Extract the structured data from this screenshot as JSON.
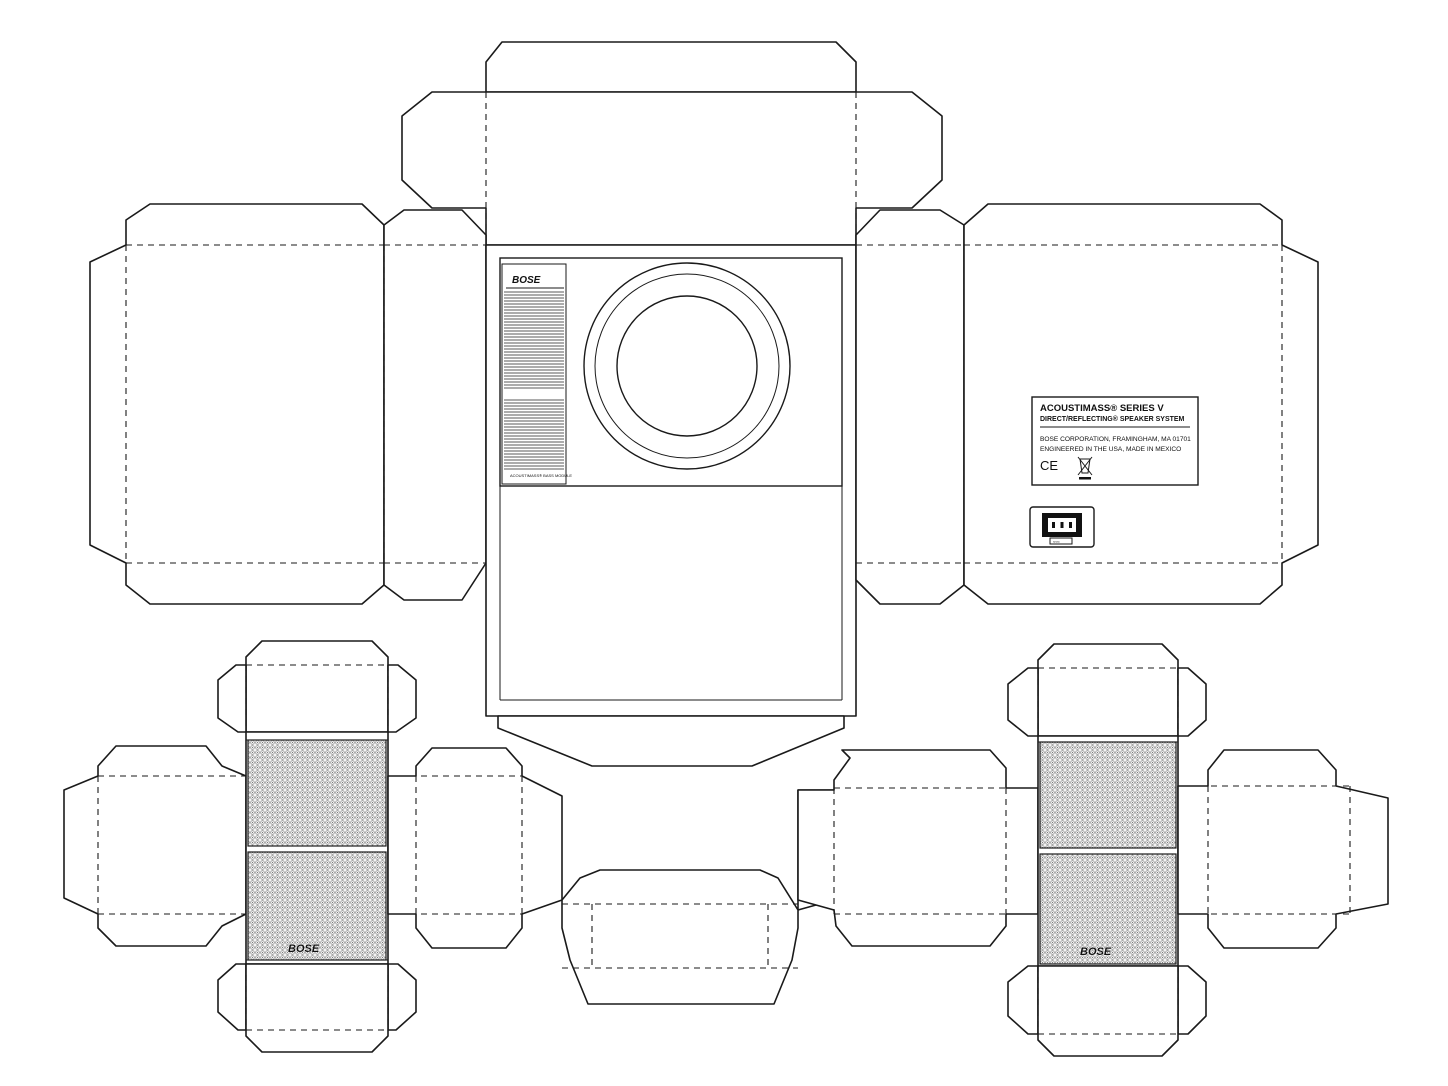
{
  "subwoofer": {
    "front_brand": "BOSE",
    "front_tiny_caption": "ACOUSTIMASS® BASS MODULE",
    "rear_label": {
      "title": "ACOUSTIMASS® SERIES V",
      "subtitle": "DIRECT/REFLECTING® SPEAKER SYSTEM",
      "line1": "BOSE CORPORATION, FRAMINGHAM, MA 01701",
      "line2": "ENGINEERED IN THE USA, MADE IN MEXICO",
      "mark_ce": "CE",
      "mark_weee": "weee-bin-icon"
    },
    "power_inlet_caption": "≈≈≈"
  },
  "left_cube": {
    "brand": "BOSE"
  },
  "right_cube": {
    "brand": "BOSE"
  },
  "colors": {
    "line": "#1a1a1a",
    "background": "#ffffff",
    "mesh": "#999999"
  }
}
